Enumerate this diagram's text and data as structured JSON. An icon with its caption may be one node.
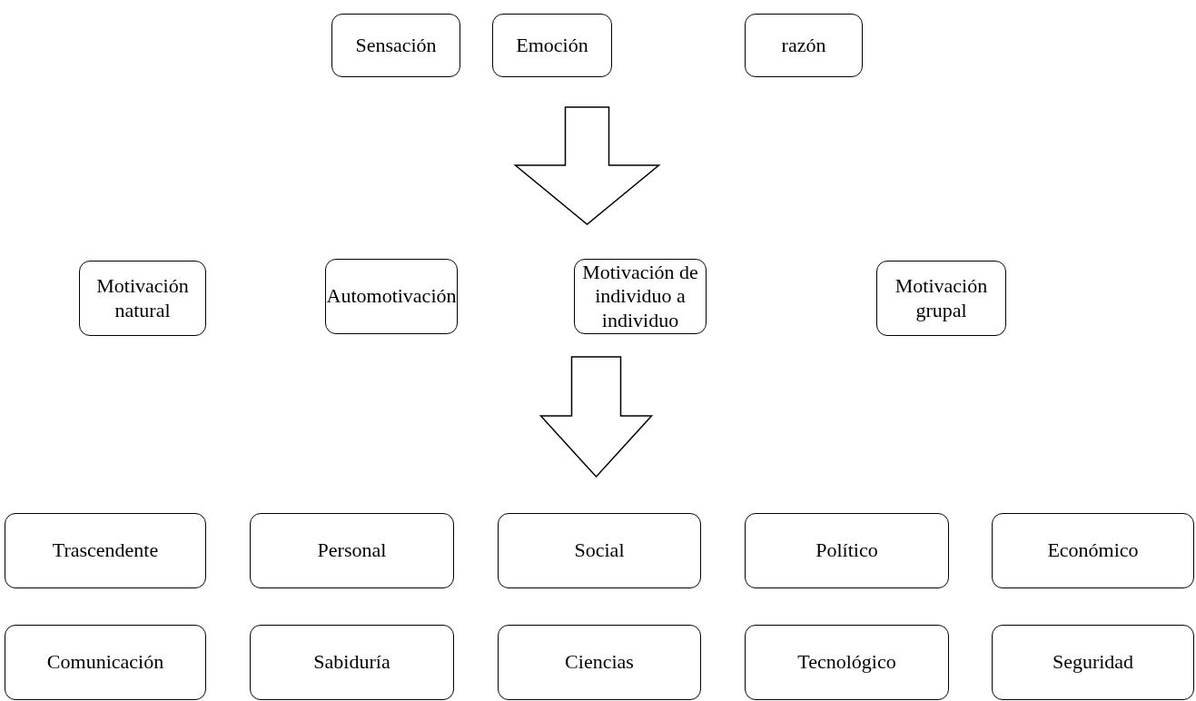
{
  "diagram": {
    "nodes": [
      {
        "text": [
          "Sensación"
        ]
      },
      {
        "text": [
          "Emoción"
        ]
      },
      {
        "text": [
          "razón"
        ]
      },
      {
        "text": [
          "Motivación natural"
        ]
      },
      {
        "text": [
          "Automotivación"
        ]
      },
      {
        "text": [
          "Motivación de individuo a individuo"
        ]
      },
      {
        "text": [
          "Motivación grupal"
        ]
      },
      {
        "text": [
          "Trascendente"
        ]
      },
      {
        "text": [
          "Personal"
        ]
      },
      {
        "text": [
          "Social"
        ]
      },
      {
        "text": [
          "Político"
        ]
      },
      {
        "text": [
          "Económico"
        ]
      },
      {
        "text": [
          "Comunicación"
        ]
      },
      {
        "text": [
          "Sabiduría"
        ]
      },
      {
        "text": [
          "Ciencias"
        ]
      },
      {
        "text": [
          "Tecnológico"
        ]
      },
      {
        "text": [
          "Seguridad"
        ]
      }
    ],
    "edges": [
      {
        "from": 1,
        "to": 5,
        "arrow": "to"
      },
      {
        "from": 5,
        "to": 9,
        "arrow": "to"
      }
    ]
  }
}
